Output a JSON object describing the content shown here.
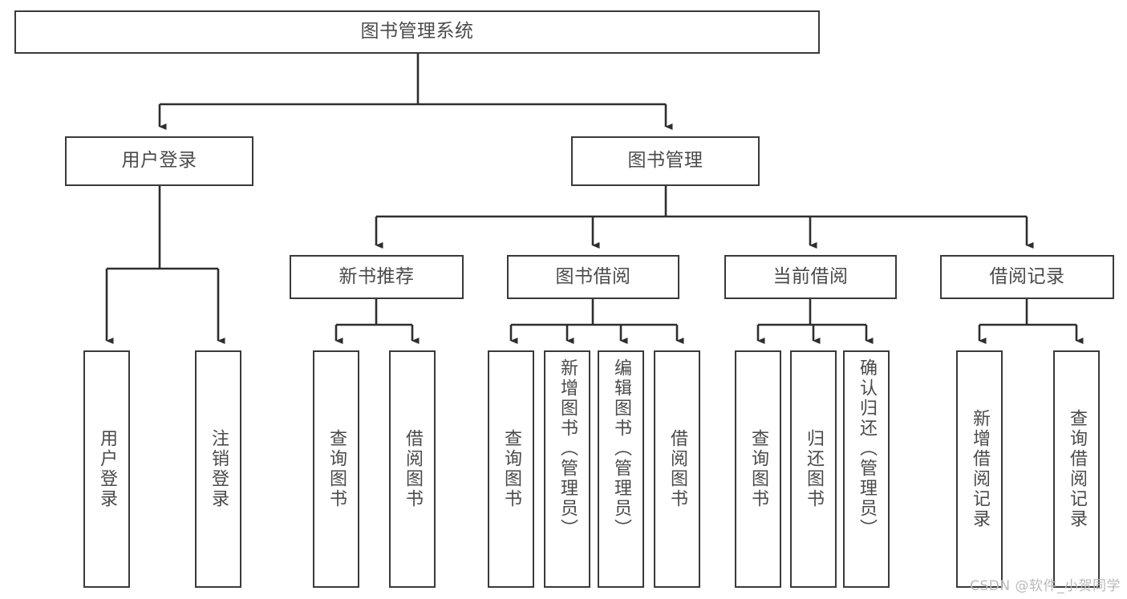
{
  "diagram": {
    "title": "图书管理系统",
    "watermark": "CSDN @软件_小贺同学",
    "colors": {
      "stroke": "#3a3a3a",
      "text": "#4a4a4a",
      "background": "#ffffff",
      "watermark": "#b9b9b9"
    },
    "nodes": {
      "root": "图书管理系统",
      "level2": {
        "user_login": "用户登录",
        "book_manage": "图书管理"
      },
      "level3": {
        "new_book_rec": "新书推荐",
        "book_borrow": "图书借阅",
        "current_borrow": "当前借阅",
        "borrow_record": "借阅记录"
      },
      "leaves": {
        "user_login_1": "用户登录",
        "user_login_2": "注销登录",
        "new_book_1": "查询图书",
        "new_book_2": "借阅图书",
        "borrow_1": "查询图书",
        "borrow_2": "新增图书（管理员）",
        "borrow_3": "编辑图书（管理员）",
        "borrow_4": "借阅图书",
        "current_1": "查询图书",
        "current_2": "归还图书",
        "current_3": "确认归还（管理员）",
        "record_1": "新增借阅记录",
        "record_2": "查询借阅记录"
      }
    }
  }
}
